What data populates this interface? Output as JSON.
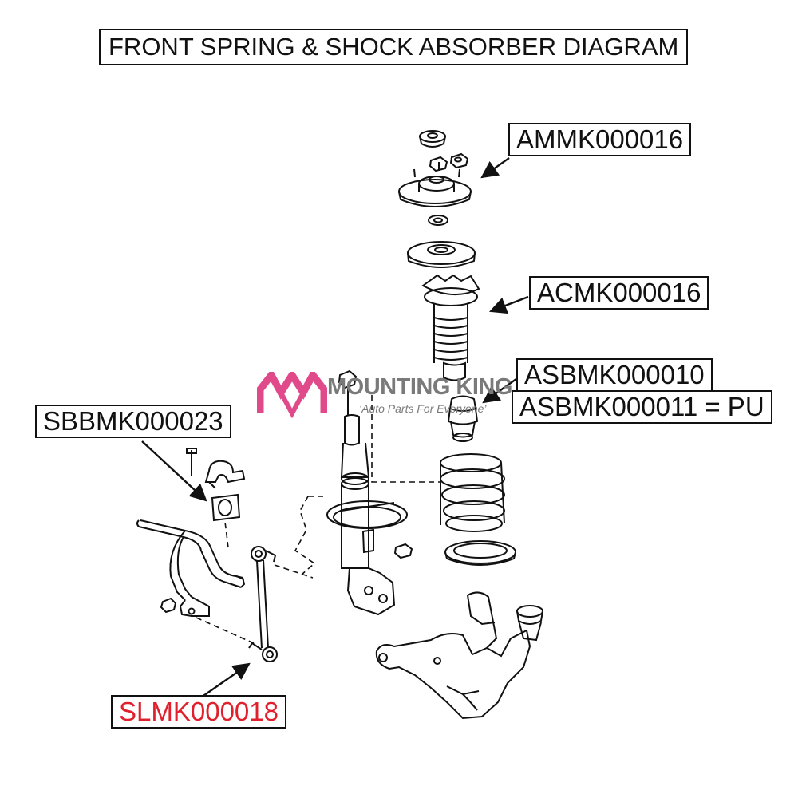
{
  "title": "FRONT SPRING & SHOCK ABSORBER DIAGRAM",
  "labels": {
    "mount": "AMMK000016",
    "bellow": "ACMK000016",
    "bump_stop_rubber": "ASBMK000010",
    "bump_stop_pu": "ASBMK000011 = PU",
    "stabilizer_bush": "SBBMK000023",
    "stabilizer_link": "SLMK000018"
  },
  "logo": {
    "brand": "MOUNTING KING",
    "tagline": "‘Auto Parts For Everyone’"
  },
  "colors": {
    "line": "#111111",
    "highlight_label": "#e0202c",
    "logo_pink": "#e04a8a",
    "logo_grey": "#7a7a7a"
  }
}
